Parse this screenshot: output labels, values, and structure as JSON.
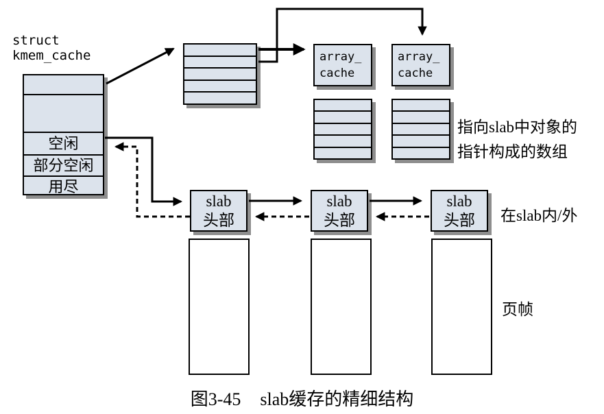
{
  "figure": {
    "caption_number": "图3-45",
    "caption_title": "slab缓存的精细结构"
  },
  "kmem_cache": {
    "title": "struct\nkmem_cache",
    "rows": {
      "free": "空闲",
      "partial": "部分空闲",
      "full": "用尽"
    }
  },
  "array_cache": {
    "box1_label": "array_\ncache",
    "box2_label": "array_\ncache"
  },
  "slab_headers": {
    "box1": "slab\n头部",
    "box2": "slab\n头部",
    "box3": "slab\n头部"
  },
  "annotations": {
    "pointer_array": "指向slab中对象的\n指针构成的数组",
    "slab_location": "在slab内/外",
    "page_frame": "页帧"
  },
  "colors": {
    "box_fill": "#dce3ec",
    "shadow": "#8e8e8e",
    "line": "#000000",
    "background": "#ffffff"
  }
}
